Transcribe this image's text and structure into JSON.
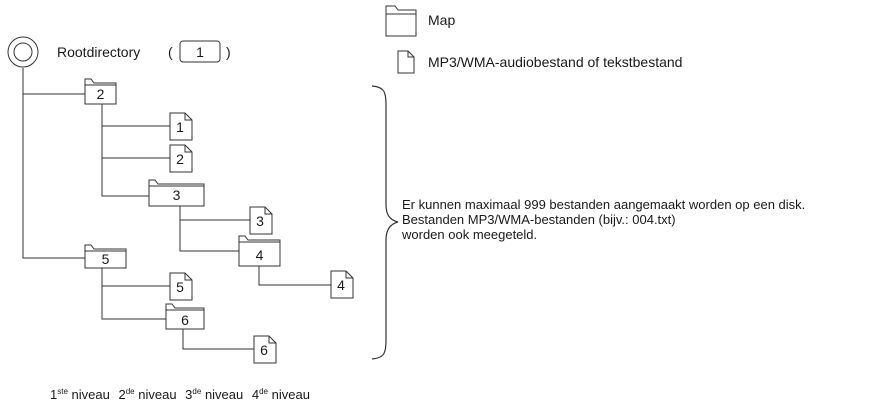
{
  "legend": {
    "folder_label": "Map",
    "file_label": "MP3/WMA-audiobestand of tekstbestand"
  },
  "root": {
    "label": "Rootdirectory",
    "paren_open": "(",
    "paren_close": ")",
    "number": "1"
  },
  "tree": {
    "folders": [
      "2",
      "3",
      "4",
      "5",
      "6"
    ],
    "files": [
      "1",
      "2",
      "3",
      "4",
      "5",
      "6"
    ]
  },
  "note": {
    "lines": [
      "Er kunnen maximaal 999 bestanden aangemaakt worden op een disk.",
      "Bestanden MP3/WMA-bestanden (bijv.: 004.txt)",
      "worden ook meegeteld."
    ]
  },
  "levels": [
    {
      "num": "1",
      "suffix": "ste",
      "label": "niveau"
    },
    {
      "num": "2",
      "suffix": "de",
      "label": "niveau"
    },
    {
      "num": "3",
      "suffix": "de",
      "label": "niveau"
    },
    {
      "num": "4",
      "suffix": "de",
      "label": "niveau"
    }
  ]
}
